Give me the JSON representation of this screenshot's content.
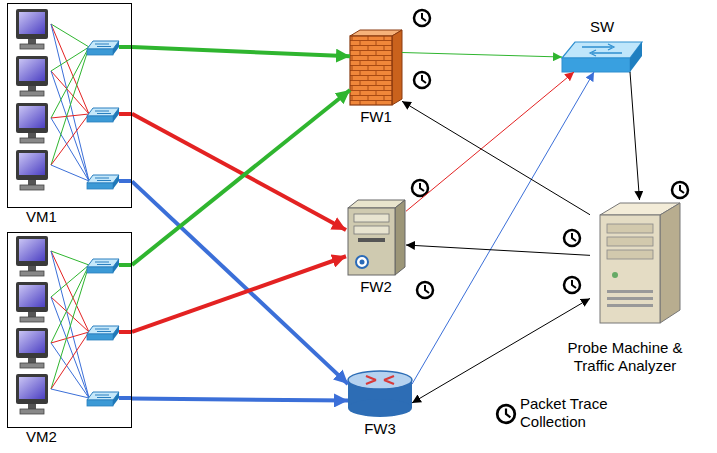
{
  "diagram": {
    "nodes": [
      {
        "text": [
          "VM1"
        ]
      },
      {
        "text": [
          "VM2"
        ]
      },
      {
        "text": [
          "FW1"
        ]
      },
      {
        "text": [
          "FW2"
        ]
      },
      {
        "text": [
          "FW3"
        ]
      },
      {
        "text": [
          "SW"
        ]
      },
      {
        "text": [
          "Probe Machine & Traffic Analyzer"
        ]
      }
    ],
    "edges": [
      {
        "from": 0,
        "to": 2,
        "arrow": "to"
      },
      {
        "from": 0,
        "to": 3,
        "arrow": "to"
      },
      {
        "from": 0,
        "to": 4,
        "arrow": "to"
      },
      {
        "from": 1,
        "to": 2,
        "arrow": "to"
      },
      {
        "from": 1,
        "to": 3,
        "arrow": "to"
      },
      {
        "from": 1,
        "to": 4,
        "arrow": "to"
      },
      {
        "from": 2,
        "to": 5,
        "arrow": "to"
      },
      {
        "from": 3,
        "to": 5,
        "arrow": "to"
      },
      {
        "from": 4,
        "to": 5,
        "arrow": "to"
      },
      {
        "from": 5,
        "to": 6,
        "arrow": "to"
      },
      {
        "from": 6,
        "to": 2,
        "arrow": "to"
      },
      {
        "from": 6,
        "to": 3,
        "arrow": "to"
      },
      {
        "from": 6,
        "to": 4,
        "arrow": "both"
      }
    ],
    "legend": [
      {
        "text": "Packet Trace Collection"
      }
    ]
  }
}
